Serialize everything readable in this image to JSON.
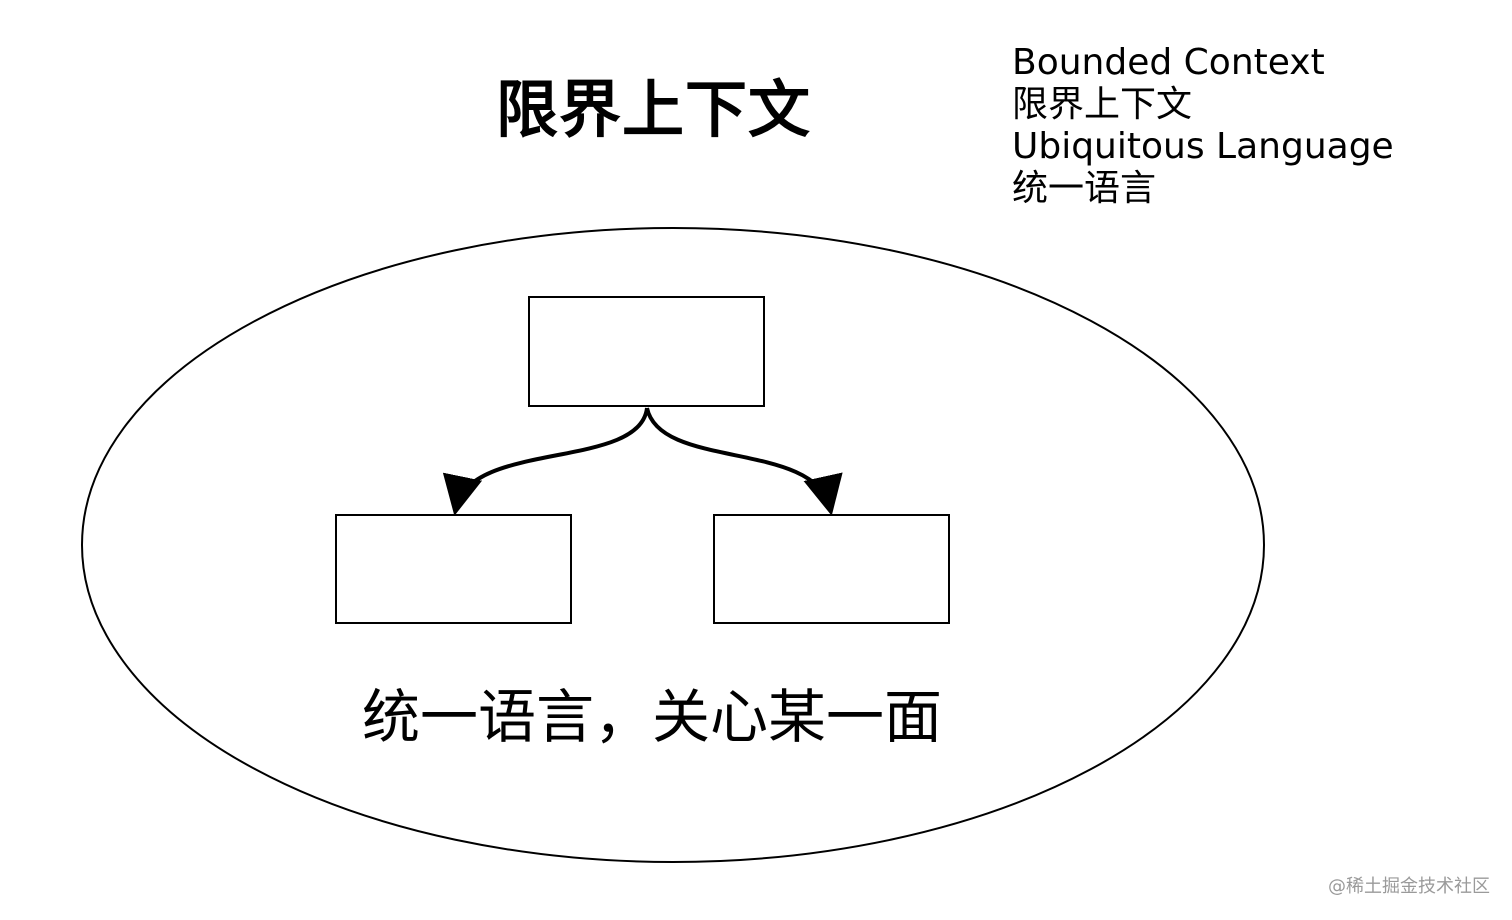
{
  "title": "限界上下文",
  "legend": {
    "lines": [
      "Bounded Context",
      "限界上下文",
      "Ubiquitous Language",
      "统一语言"
    ]
  },
  "caption": "统一语言，关心某一面",
  "watermark": "@稀土掘金技术社区",
  "colors": {
    "background": "#ffffff",
    "stroke": "#000000",
    "watermark": "#9a9a9a"
  }
}
